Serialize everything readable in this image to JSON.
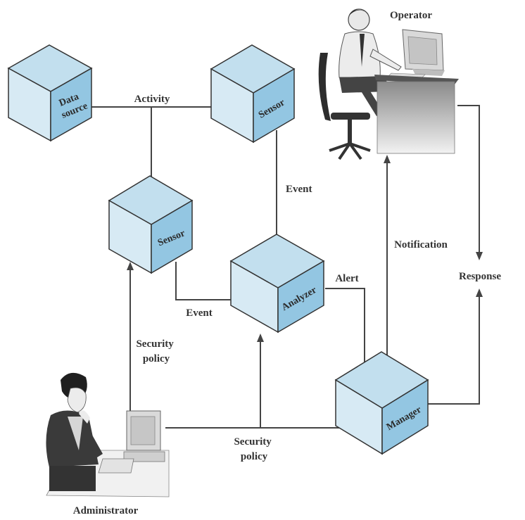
{
  "nodes": {
    "data_source": {
      "line1": "Data",
      "line2": "source"
    },
    "sensor_top": {
      "label": "Sensor"
    },
    "sensor_left": {
      "label": "Sensor"
    },
    "analyzer": {
      "label": "Analyzer"
    },
    "manager": {
      "label": "Manager"
    }
  },
  "actors": {
    "operator": "Operator",
    "administrator": "Administrator"
  },
  "edge_labels": {
    "activity": "Activity",
    "event_top": "Event",
    "event_left": "Event",
    "alert": "Alert",
    "notification": "Notification",
    "response": "Response",
    "security_policy_left_1": "Security",
    "security_policy_left_2": "policy",
    "security_policy_bottom_1": "Security",
    "security_policy_bottom_2": "policy"
  },
  "colors": {
    "cube_front": "#d7eaf4",
    "cube_top": "#c2dfee",
    "cube_side": "#93c6e2",
    "cube_edge": "#333333",
    "arrow": "#444444"
  }
}
